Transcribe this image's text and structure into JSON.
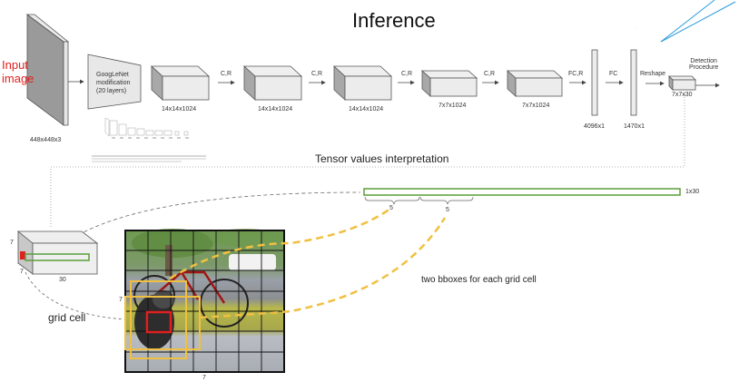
{
  "title": "Inference",
  "subtitle": "Tensor values interpretation",
  "input": {
    "label_line1": "Input",
    "label_line2": "image",
    "dims": "448x448x3"
  },
  "backbone": {
    "line1": "GoogLeNet",
    "line2": "modification",
    "line3": "(20 layers)"
  },
  "layers": [
    {
      "dims": "14x14x1024"
    },
    {
      "dims": "14x14x1024"
    },
    {
      "dims": "14x14x1024"
    },
    {
      "dims": "7x7x1024"
    },
    {
      "dims": "7x7x1024"
    }
  ],
  "ops": [
    "C,R",
    "C,R",
    "C,R",
    "FC,R",
    "FC",
    "Reshape"
  ],
  "fc_layers": [
    {
      "dims": "4096x1"
    },
    {
      "dims": "1470x1"
    }
  ],
  "output": {
    "dims": "7x7x30",
    "next_line1": "Detection",
    "next_line2": "Procedure"
  },
  "tensor_vector": {
    "dims": "1x30",
    "segment1": "5",
    "segment2": "5"
  },
  "tensor_cube": {
    "height": "7",
    "width": "7",
    "depth": "30"
  },
  "grid": {
    "rows_label": "7",
    "cols_label": "7",
    "grid_cell_label": "grid cell",
    "bboxes_label": "two bboxes for each grid cell"
  },
  "colors": {
    "accent_green": "#5a9e3a",
    "accent_red": "#e02020",
    "accent_yellow": "#f0c040",
    "accent_blue": "#2a9be0"
  }
}
